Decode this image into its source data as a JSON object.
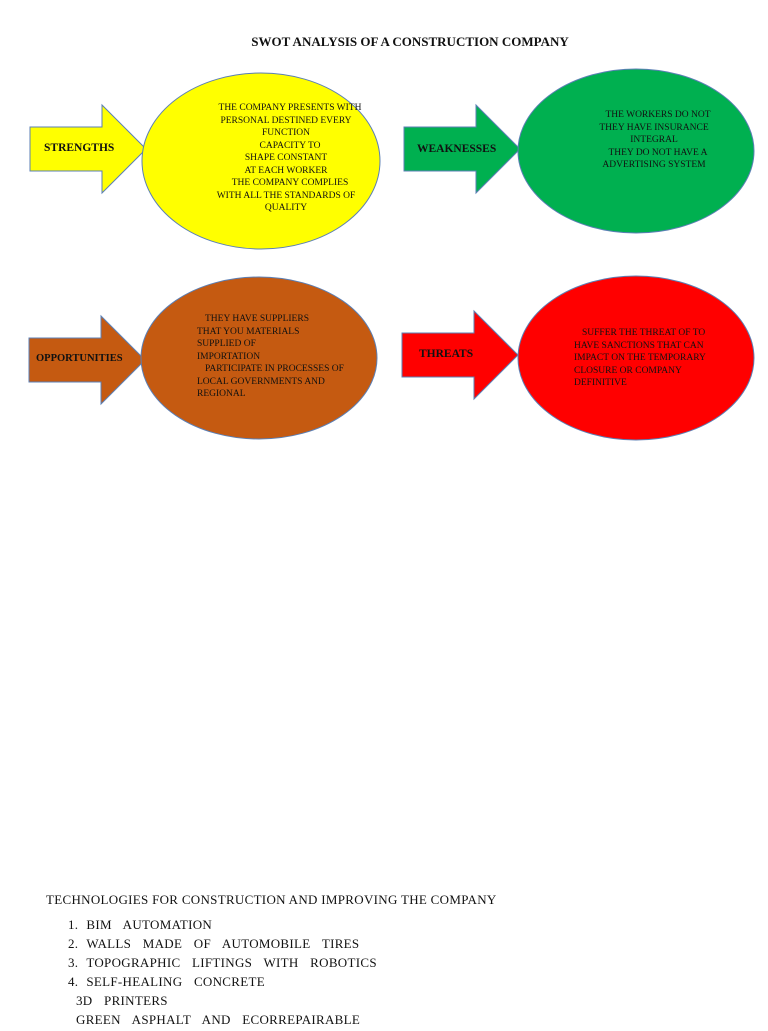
{
  "title": "SWOT ANALYSIS OF A CONSTRUCTION COMPANY",
  "bullet_glyph": "",
  "strengths": {
    "label": "STRENGTHS",
    "color": "#ffff00",
    "items": [
      "THE COMPANY PRESENTS WITH PERSONAL DESTINED EVERY FUNCTION",
      "CAPACITY TO SHAPE CONSTANT AT EACH WORKER",
      "THE COMPANY COMPLIES WITH ALL THE STANDARDS OF QUALITY"
    ]
  },
  "weaknesses": {
    "label": "WEAKNESSES",
    "color": "#00b050",
    "items": [
      "THE WORKERS DO NOT THEY HAVE INSURANCE INTEGRAL",
      "THEY DO NOT HAVE A ADVERTISING SYSTEM"
    ]
  },
  "opportunities": {
    "label": "OPPORTUNITIES",
    "color": "#c55a11",
    "items": [
      "THEY HAVE SUPPLIERS THAT YOU MATERIALS SUPPLIED OF IMPORTATION",
      "PARTICIPATE IN PROCESSES OF LOCAL GOVERNMENTS AND REGIONAL"
    ]
  },
  "threats": {
    "label": "THREATS",
    "color": "#ff0000",
    "items": [
      "SUFFER THE THREAT OF TO HAVE SANCTIONS THAT CAN IMPACT ON THE TEMPORARY CLOSURE OR COMPANY DEFINITIVE"
    ]
  },
  "technologies": {
    "title": "TECHNOLOGIES FOR CONSTRUCTION AND IMPROVING THE COMPANY",
    "items": [
      {
        "num": "1.",
        "text": "BIM AUTOMATION"
      },
      {
        "num": "2.",
        "text": "WALLS MADE OF AUTOMOBILE TIRES"
      },
      {
        "num": "3.",
        "text": "TOPOGRAPHIC LIFTINGS WITH ROBOTICS"
      },
      {
        "num": "4.",
        "text": "SELF-HEALING CONCRETE"
      },
      {
        "num": "",
        "text": "3D PRINTERS"
      },
      {
        "num": "",
        "text": "GREEN ASPHALT AND ECORREPAIRABLE"
      }
    ]
  }
}
